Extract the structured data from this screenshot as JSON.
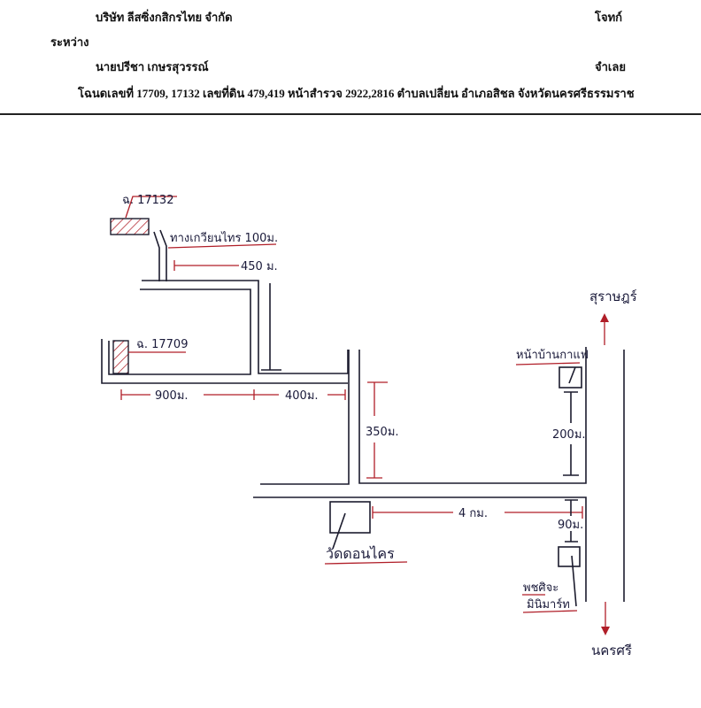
{
  "header": {
    "plaintiff_name": "บริษัท ลีสซิ่งกสิกรไทย จำกัด",
    "plaintiff_role": "โจทก์",
    "between": "ระหว่าง",
    "defendant_name": "นายปรีชา เกษรสุวรรณ์",
    "defendant_role": "จำเลย",
    "property_line": "โฉนดเลขที่ 17709, 17132 เลขที่ดิน 479,419 หน้าสำรวจ 2922,2816 ตำบลเปลี่ยน อำเภอสิชล จังหวัดนครศรีธรรมราช"
  },
  "map": {
    "parcel_a": "ฉ. 17132",
    "parcel_b": "ฉ. 17709",
    "cart_track": "ทางเกวียนไทร 100ม.",
    "dist_450": "450 ม.",
    "dist_900": "900ม.",
    "dist_400": "400ม.",
    "dist_350": "350ม.",
    "dist_200": "200ม.",
    "dist_4km": "4 กม.",
    "dist_90": "90ม.",
    "temple": "วัดดอนไคร",
    "coffee_shop": "หน้าบ้านกาแฟ",
    "minimart_1": "พชศิจะ",
    "minimart_2": "มินิมาร์ท",
    "north_dest": "สุราษฎร์",
    "south_dest": "นครศรี",
    "colors": {
      "ink": "#1c1c2e",
      "red": "#b01e28"
    }
  }
}
